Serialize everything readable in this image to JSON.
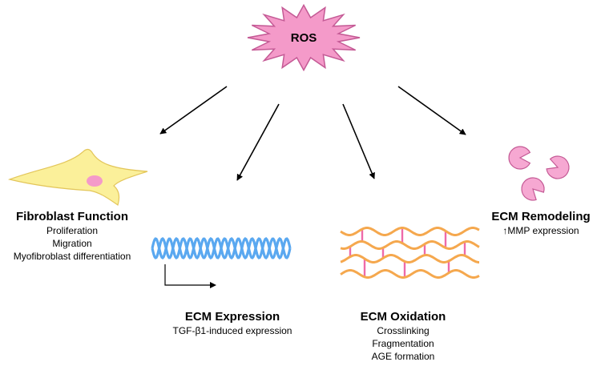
{
  "center": {
    "label": "ROS"
  },
  "fibroblast": {
    "title": "Fibroblast Function",
    "lines": [
      "Proliferation",
      "Migration",
      "Myofibroblast differentiation"
    ]
  },
  "expression": {
    "title": "ECM Expression",
    "lines": [
      "TGF-β1-induced expression"
    ]
  },
  "oxidation": {
    "title": "ECM Oxidation",
    "lines": [
      "Crosslinking",
      "Fragmentation",
      "AGE formation"
    ]
  },
  "remodeling": {
    "title": "ECM Remodeling",
    "lines": [
      "↑MMP expression"
    ]
  },
  "colors": {
    "ros_fill": "#f49ac9",
    "ros_stroke": "#c45a95",
    "cell_fill": "#fbf09a",
    "cell_stroke": "#e3c65a",
    "nucleus": "#f49ac9",
    "helix": "#5aa8f0",
    "fiber": "#f5a84e",
    "crosslink": "#ee6aa9",
    "mmp_fill": "#f6a8d2",
    "mmp_stroke": "#c45a95",
    "arrow": "#000000"
  }
}
